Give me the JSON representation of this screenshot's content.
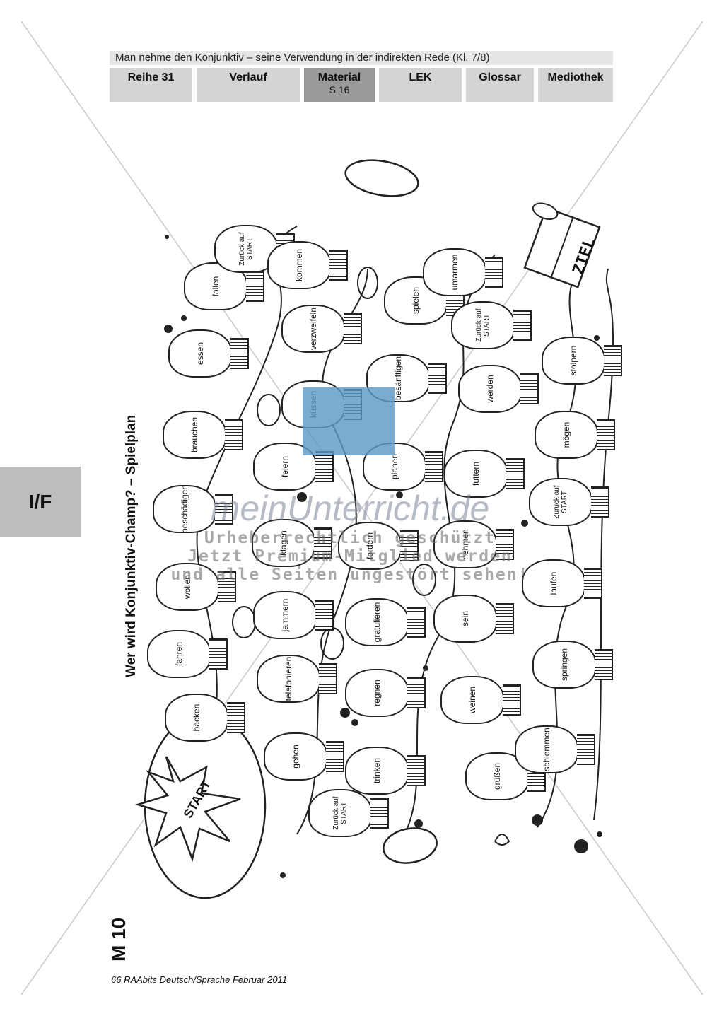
{
  "header": {
    "title": "Man nehme den Konjunktiv – seine Verwendung in der indirekten Rede (Kl. 7/8)"
  },
  "tabs": [
    {
      "label": "Reihe 31",
      "sub": ""
    },
    {
      "label": "Verlauf",
      "sub": ""
    },
    {
      "label": "Material",
      "sub": "S 16"
    },
    {
      "label": "LEK",
      "sub": ""
    },
    {
      "label": "Glossar",
      "sub": ""
    },
    {
      "label": "Mediothek",
      "sub": ""
    }
  ],
  "side_tab": "I/F",
  "title": "Wer wird Konjunktiv-Champ? – Spielplan",
  "material_code": "M 10",
  "footer": "66 RAAbits Deutsch/Sprache Februar 2011",
  "board": {
    "start": "START",
    "goal": "ZIEL",
    "fields": [
      "backen",
      "fahren",
      "wollen",
      "beschädigen",
      "brauchen",
      "essen",
      "fallen",
      "Zurück auf START",
      "kommen",
      "verzweifeln",
      "küssen",
      "feiern",
      "klagen",
      "jammern",
      "telefonieren",
      "gehen",
      "Zurück auf START",
      "trinken",
      "regnen",
      "gratulieren",
      "fordern",
      "planen",
      "besänftigen",
      "spielen",
      "umarmen",
      "Zurück auf START",
      "werden",
      "futtern",
      "nehmen",
      "sein",
      "weinen",
      "grüßen",
      "schlemmen",
      "springen",
      "laufen",
      "Zurück auf START",
      "mögen",
      "stolpern"
    ]
  },
  "watermark": {
    "brand": "meinUnterricht.de",
    "line1": "Urheberrechtlich geschützt",
    "line2": "Jetzt Premium-Mitglied werden",
    "line3": "und alle Seiten ungestört sehen!"
  }
}
